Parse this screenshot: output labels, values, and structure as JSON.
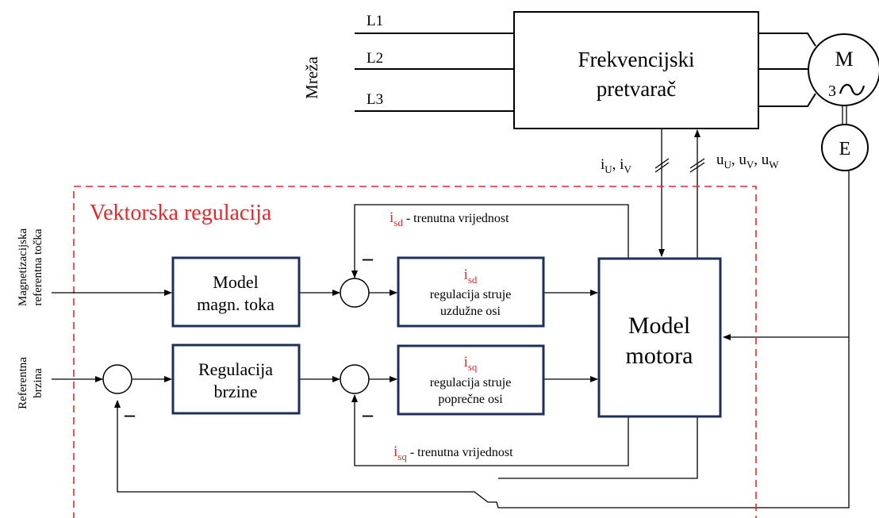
{
  "diagram": {
    "colors": {
      "accent_red": "#e8262c",
      "box_border": "#1f2f5c",
      "line": "#000000"
    },
    "grid": {
      "label": "Mreža",
      "phases": [
        "L1",
        "L2",
        "L3"
      ]
    },
    "converter": {
      "line1": "Frekvencijski",
      "line2": "pretvarač"
    },
    "motor": {
      "symbol": "M",
      "phase_count": "3",
      "ac_symbol": "~"
    },
    "encoder": {
      "label": "E"
    },
    "measurements": {
      "currents": {
        "a": "i",
        "a_sub": "U",
        "sep": ", ",
        "b": "i",
        "b_sub": "V"
      },
      "voltages": {
        "a": "u",
        "a_sub": "U",
        "b": "u",
        "b_sub": "V",
        "c": "u",
        "c_sub": "W",
        "sep": ", "
      }
    },
    "vector_control": {
      "title": "Vektorska regulacija"
    },
    "inputs": {
      "magnetization": {
        "line1": "Magnetizacijska",
        "line2": "referentna točka"
      },
      "speed": {
        "line1": "Referentna",
        "line2": "brzina"
      }
    },
    "blocks": {
      "flux_model": {
        "line1": "Model",
        "line2": "magn. toka"
      },
      "speed_control": {
        "line1": "Regulacija",
        "line2": "brzine"
      },
      "isd_control": {
        "var": "i",
        "sub": "sd",
        "line1": "regulacija struje",
        "line2": "uzdužne osi"
      },
      "isq_control": {
        "var": "i",
        "sub": "sq",
        "line1": "regulacija struje",
        "line2": "poprečne osi"
      },
      "motor_model": {
        "line1": "Model",
        "line2": "motora"
      }
    },
    "feedback": {
      "isd": {
        "var": "i",
        "sub": "sd",
        "text": " - trenutna vrijednost"
      },
      "isq": {
        "var": "i",
        "sub": "sq",
        "text": " - trenutna vrijednost"
      }
    },
    "minus_sign": "–"
  }
}
